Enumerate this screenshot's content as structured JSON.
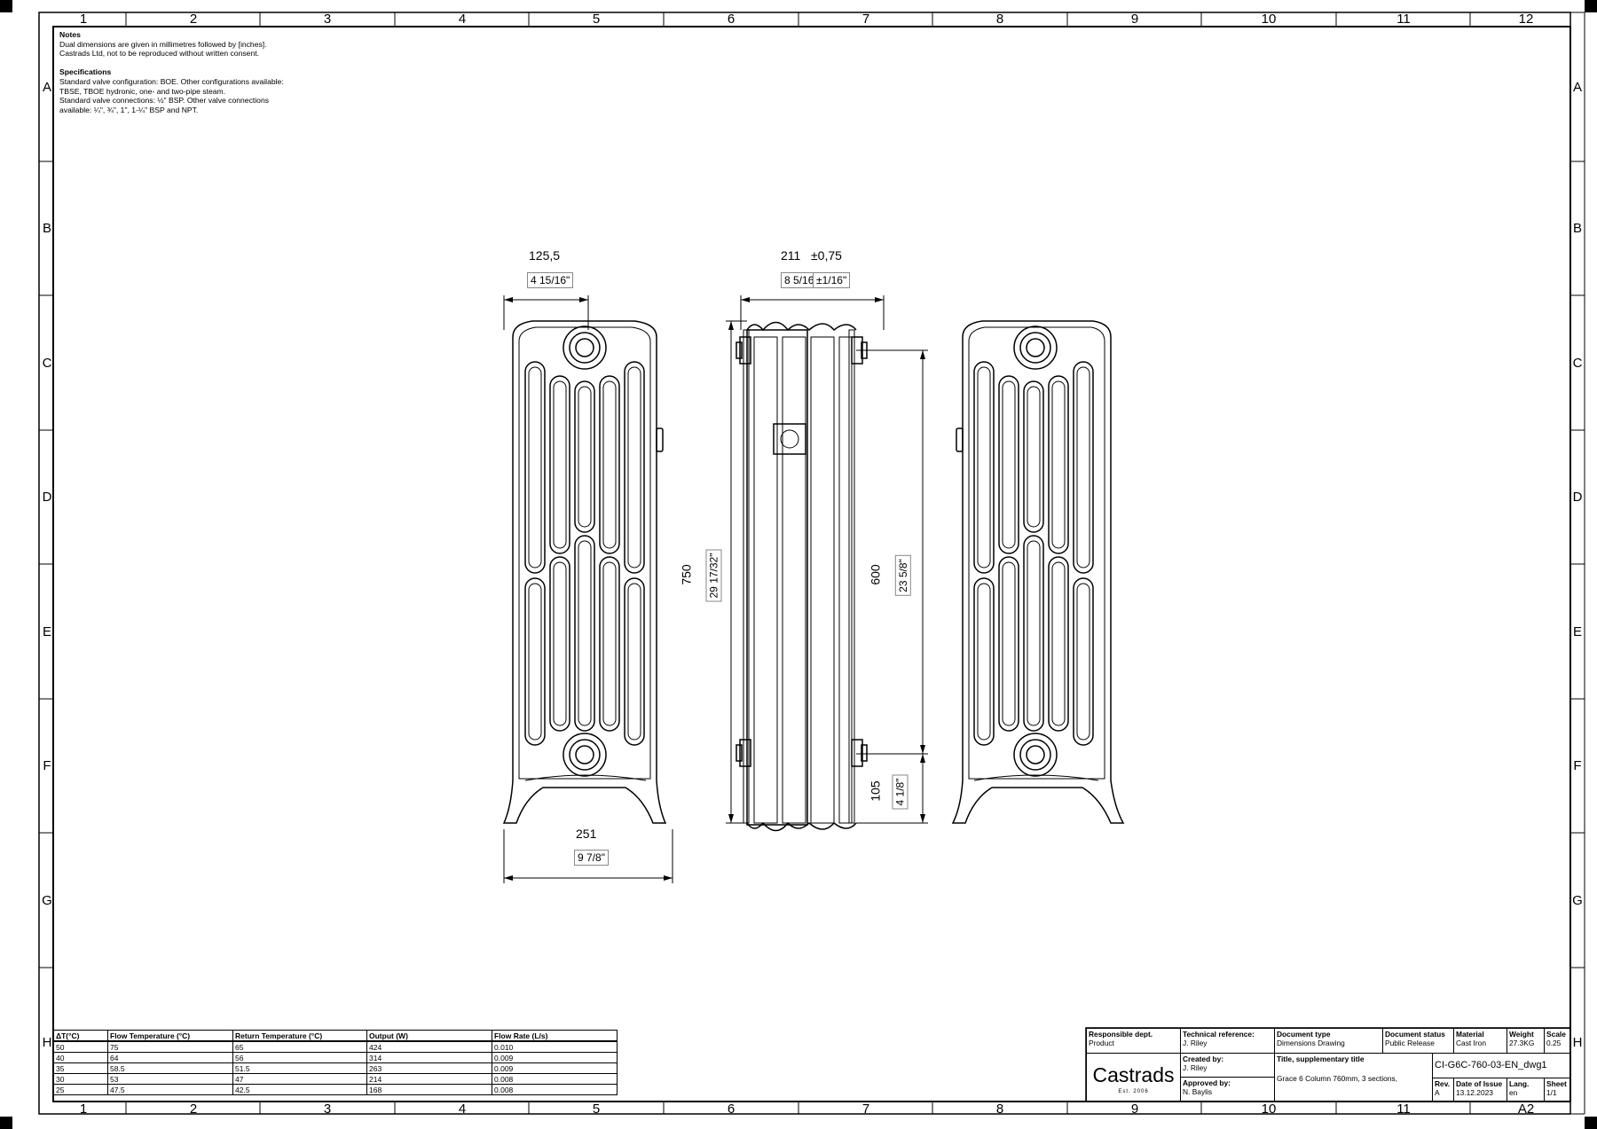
{
  "frame": {
    "columns": [
      "1",
      "2",
      "3",
      "4",
      "5",
      "6",
      "7",
      "8",
      "9",
      "10",
      "11",
      "12"
    ],
    "rows": [
      "A",
      "B",
      "C",
      "D",
      "E",
      "F",
      "G",
      "H"
    ]
  },
  "notes": {
    "notes_heading": "Notes",
    "notes_lines": [
      "Dual dimensions are given in millimetres followed by [inches].",
      "Castrads Ltd, not to be reproduced without written consent."
    ],
    "spec_heading": "Specifications",
    "spec_lines": [
      "Standard valve configuration: BOE. Other configurations available:",
      "TBSE, TBOE hydronic, one- and two-pipe steam.",
      "Standard valve connections: ½\" BSP. Other valve connections",
      "available: ¼\", ¾\", 1\", 1-¼\" BSP and NPT."
    ]
  },
  "dimensions": {
    "width_section": "125,5",
    "width_section_in": "4 15/16\"",
    "depth": "211",
    "depth_tol": "±0,75",
    "depth_in": "8 5/16\"",
    "depth_tol_in": "±1/16\"",
    "height": "750",
    "height_in": "29 17/32\"",
    "centres": "600",
    "centres_in": "23 5/8\"",
    "floor": "105",
    "floor_in": "4 1/8\"",
    "width_total": "251",
    "width_total_in": "9 7/8\""
  },
  "performance": {
    "headers": [
      "ΔT(°C)",
      "Flow Temperature (°C)",
      "Return Temperature (°C)",
      "Output (W)",
      "Flow Rate (L/s)"
    ],
    "rows": [
      [
        "50",
        "75",
        "65",
        "424",
        "0.010"
      ],
      [
        "40",
        "64",
        "56",
        "314",
        "0.009"
      ],
      [
        "35",
        "58.5",
        "51.5",
        "263",
        "0.009"
      ],
      [
        "30",
        "53",
        "47",
        "214",
        "0.008"
      ],
      [
        "25",
        "47.5",
        "42.5",
        "168",
        "0.008"
      ]
    ]
  },
  "title_block": {
    "responsible_dept_label": "Responsible dept.",
    "responsible_dept": "Product",
    "tech_ref_label": "Technical reference:",
    "tech_ref": "J. Riley",
    "doc_type_label": "Document type",
    "doc_type": "Dimensions Drawing",
    "doc_status_label": "Document status",
    "doc_status": "Public Release",
    "material_label": "Material",
    "material": "Cast Iron",
    "weight_label": "Weight",
    "weight": "27.3KG",
    "scale_label": "Scale",
    "scale": "0.25",
    "created_label": "Created by:",
    "created": "J. Riley",
    "approved_label": "Approved by:",
    "approved": "N. Baylis",
    "title_label": "Title, supplementary title",
    "title": "Grace 6 Column 760mm, 3 sections,",
    "drawing_no": "CI-G6C-760-03-EN_dwg1",
    "rev_label": "Rev.",
    "rev": "A",
    "date_label": "Date of Issue",
    "date": "13.12.2023",
    "lang_label": "Lang.",
    "lang": "en",
    "sheet_label": "Sheet",
    "sheet": "1/1",
    "logo": "Castrads",
    "logo_sub": "Est. 2006",
    "paper_size": "A2"
  }
}
